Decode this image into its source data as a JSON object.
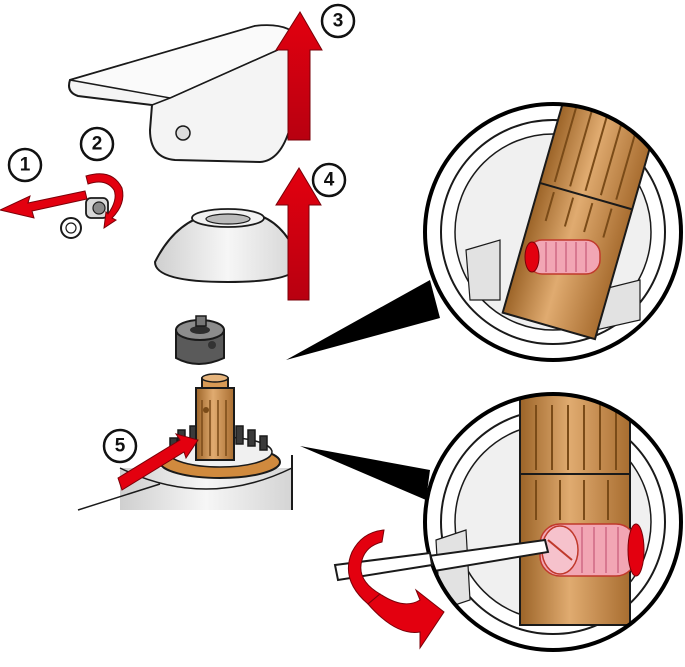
{
  "steps": [
    {
      "label": "1"
    },
    {
      "label": "2"
    },
    {
      "label": "3"
    },
    {
      "label": "4"
    },
    {
      "label": "5"
    }
  ],
  "colors": {
    "arrow_red": "#e3000f",
    "brass": "#c98b45",
    "brass_dark": "#8a5a24",
    "brass_light": "#e2b07a",
    "screw_pink": "#f2a6b4",
    "outline": "#1a1a1a",
    "part_gray": "#e6e6e6",
    "dark_part": "#555555"
  },
  "icons": [
    "step-number-badge",
    "up-arrow",
    "left-arrow",
    "curved-rotate-arrow",
    "magnifier-callout"
  ]
}
